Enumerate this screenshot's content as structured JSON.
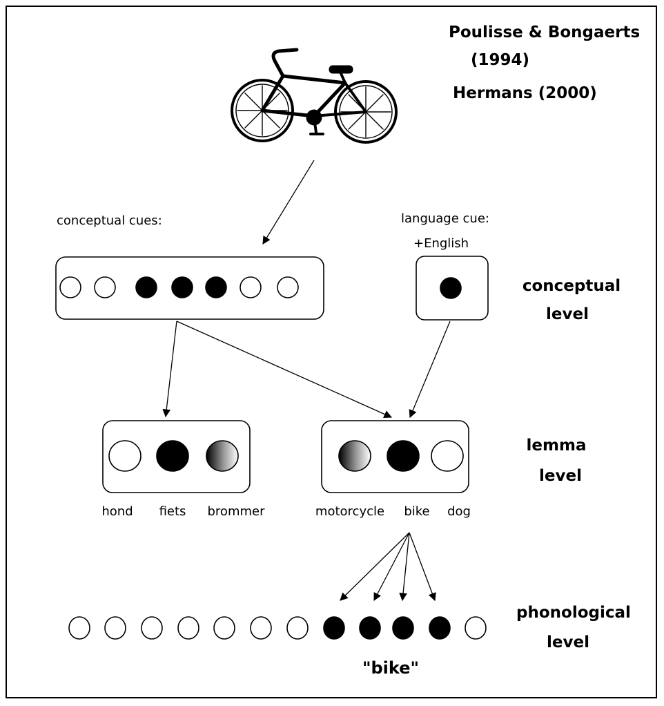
{
  "references": {
    "line1": "Poulisse &  Bongaerts",
    "line2": "(1994)",
    "line3": "Hermans (2000)"
  },
  "cues": {
    "conceptual_label": "conceptual cues:",
    "language_label": "language cue:",
    "language_value": "+English"
  },
  "levels": {
    "conceptual": [
      "conceptual",
      "level"
    ],
    "lemma": [
      "lemma",
      "level"
    ],
    "phonological": [
      "phonological",
      "level"
    ]
  },
  "concept_nodes": [
    "off",
    "off",
    "on",
    "on",
    "on",
    "off",
    "off"
  ],
  "language_node": "on",
  "lemma_groups": [
    {
      "nodes": [
        "off",
        "on",
        "partial"
      ],
      "words": [
        "hond",
        "fiets",
        "brommer"
      ]
    },
    {
      "nodes": [
        "partial",
        "on",
        "off"
      ],
      "words": [
        "motorcycle",
        "bike",
        "dog"
      ]
    }
  ],
  "phonological_nodes": [
    "off",
    "off",
    "off",
    "off",
    "off",
    "off",
    "off",
    "on",
    "on",
    "on",
    "on",
    "off"
  ],
  "output_word": "\"bike\"",
  "colors": {
    "on": "#000000",
    "off": "#ffffff",
    "stroke": "#000000"
  },
  "icons": {
    "picture": "bicycle-icon"
  }
}
